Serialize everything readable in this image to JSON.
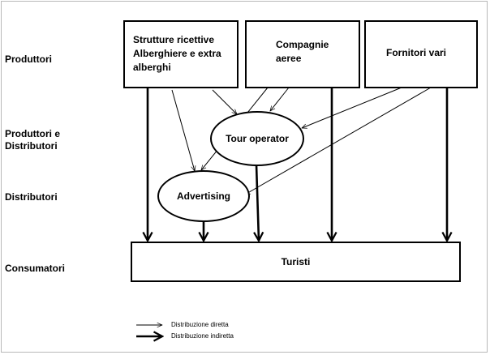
{
  "levels": {
    "produttori": "Produttori",
    "produttori_distributori_line1": "Produttori e",
    "produttori_distributori_line2": "Distributori",
    "distributori": "Distributori",
    "consumatori": "Consumatori"
  },
  "nodes": {
    "strutture_line1": "Strutture ricettive",
    "strutture_line2": "Alberghiere e extra",
    "strutture_line3": "alberghi",
    "compagnie_line1": "Compagnie",
    "compagnie_line2": "aeree",
    "fornitori": "Fornitori vari",
    "tour_operator": "Tour operator",
    "advertising": "Advertising",
    "turisti": "Turisti"
  },
  "legend": {
    "thin": "Distribuzione diretta",
    "thick": "Distribuzione indiretta"
  }
}
